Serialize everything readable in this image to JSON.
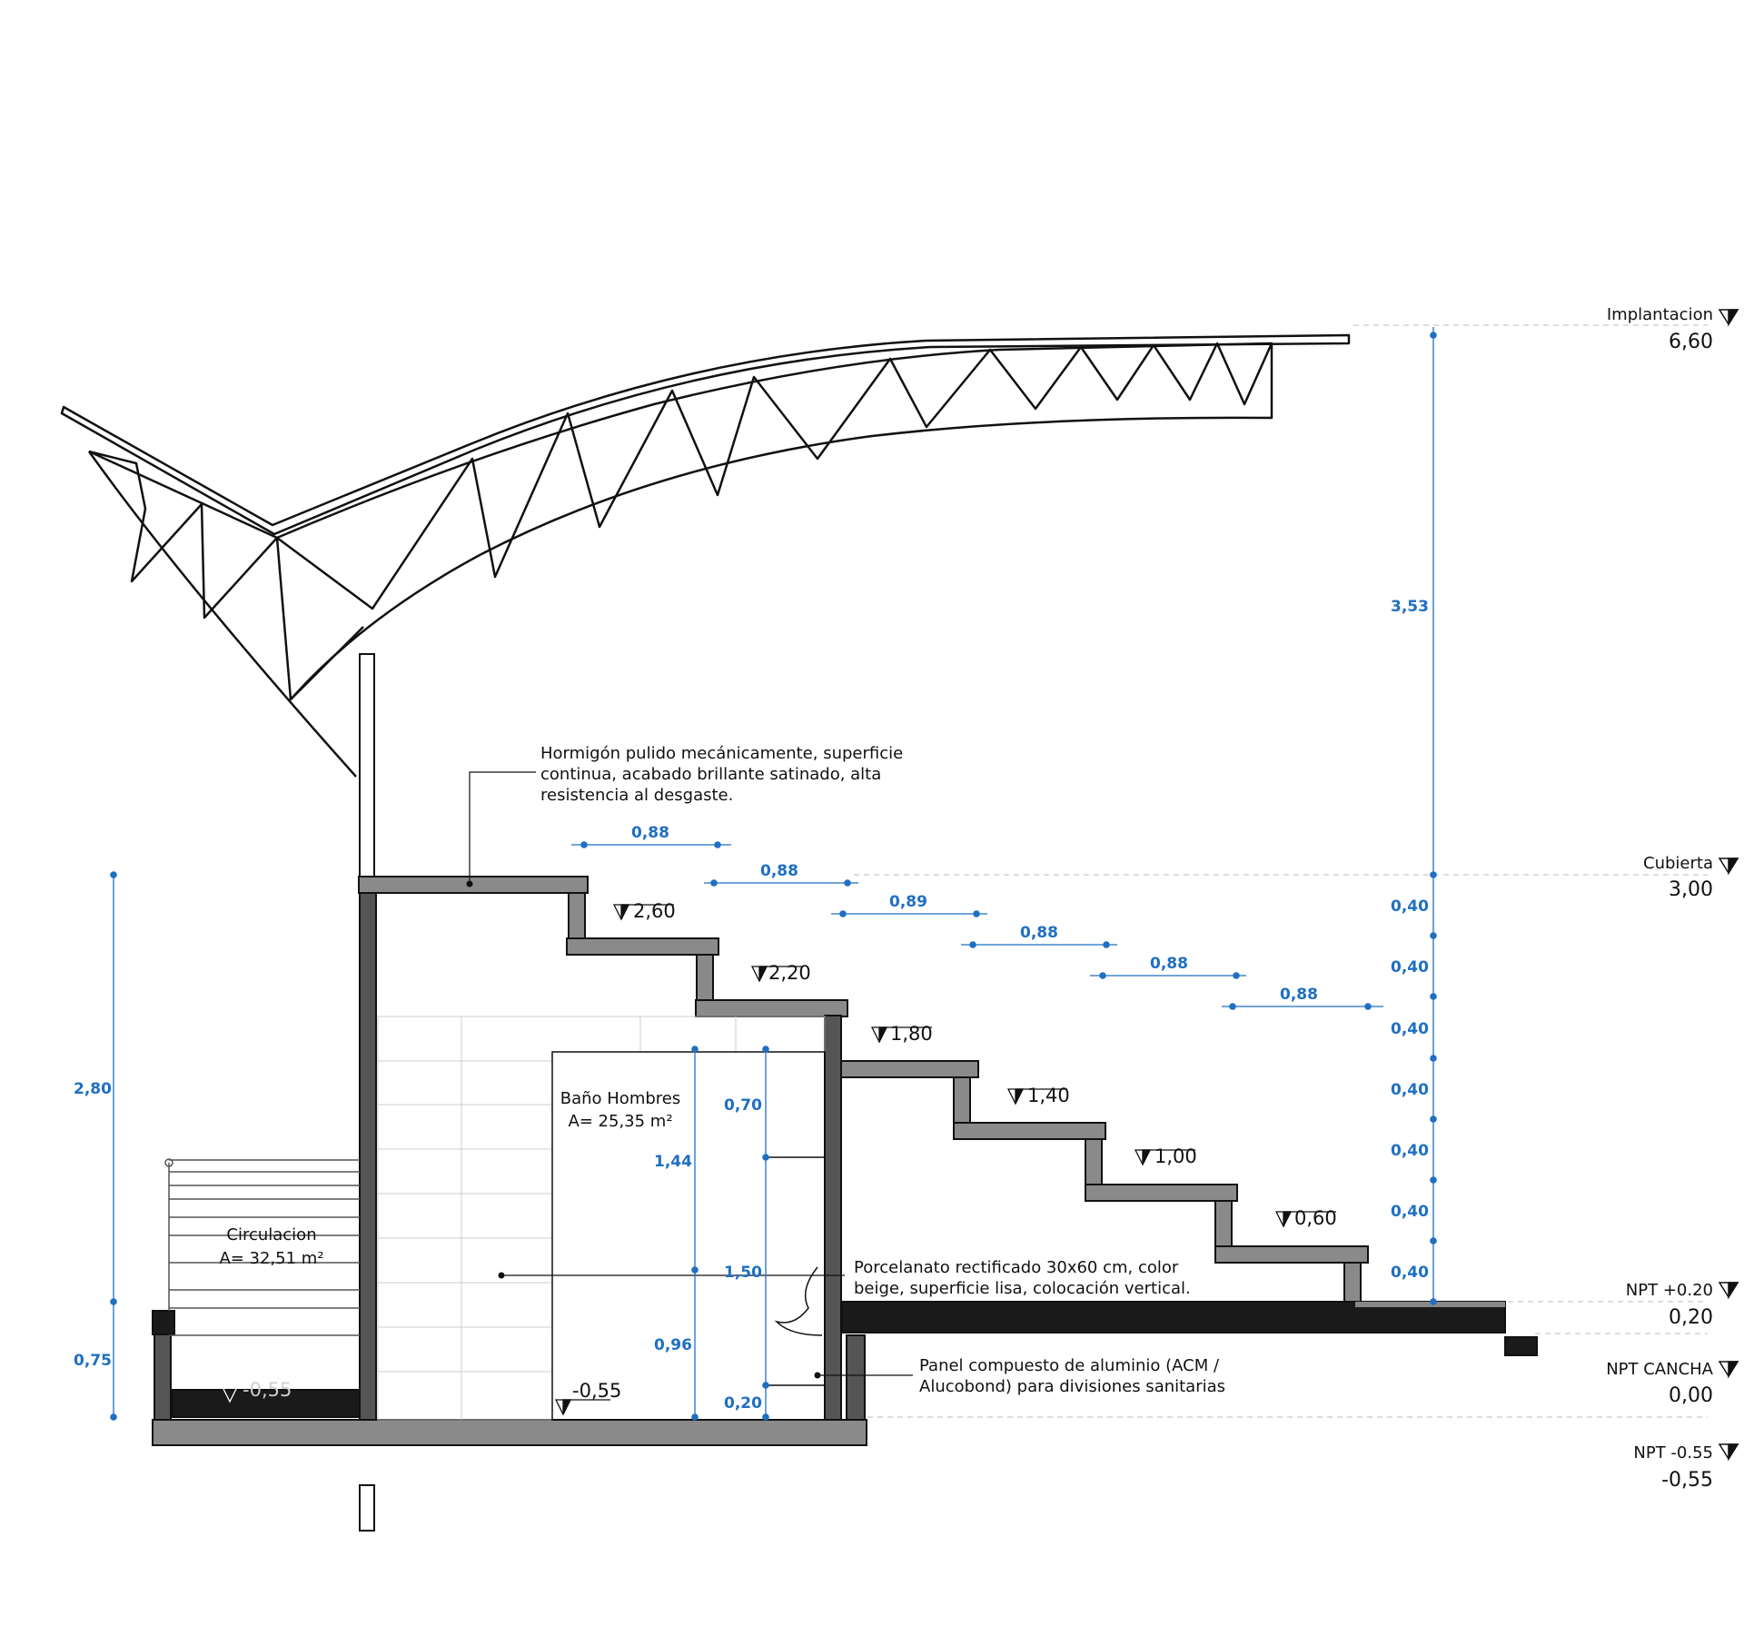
{
  "colors": {
    "dimension": "#1f6fc2",
    "concrete": "#8a8a8a",
    "wall": "#555555",
    "line": "#111111",
    "guide": "#bbbbbb"
  },
  "levels": [
    {
      "name": "Implantacion",
      "value": "6,60"
    },
    {
      "name": "Cubierta",
      "value": "3,00"
    },
    {
      "name": "NPT +0.20",
      "value": "0,20"
    },
    {
      "name": "NPT CANCHA",
      "value": "0,00"
    },
    {
      "name": "NPT -0.55",
      "value": "-0,55"
    }
  ],
  "notes": {
    "concrete": [
      "Hormigón pulido mecánicamente, superficie",
      "continua, acabado brillante satinado, alta",
      "resistencia al desgaste."
    ],
    "porcelain": [
      "Porcelanato rectificado 30x60 cm, color",
      "beige, superficie lisa, colocación vertical."
    ],
    "panel": [
      "Panel compuesto de aluminio (ACM /",
      "Alucobond) para divisiones sanitarias"
    ]
  },
  "rooms": {
    "bath": {
      "name": "Baño Hombres",
      "area": "A= 25,35 m²"
    },
    "circulation": {
      "name": "Circulacion",
      "area": "A= 32,51 m²"
    }
  },
  "step_levels": [
    "2,60",
    "2,20",
    "1,80",
    "1,40",
    "1,00",
    "0,60"
  ],
  "floor_levels": [
    "-0,55",
    "-0,55"
  ],
  "dimensions": {
    "horizontal": [
      "0,88",
      "0,88",
      "0,89",
      "0,88",
      "0,88",
      "0,88"
    ],
    "right_total": "3,53",
    "risers": [
      "0,40",
      "0,40",
      "0,40",
      "0,40",
      "0,40",
      "0,40",
      "0,40"
    ],
    "left": [
      "2,80",
      "0,75"
    ],
    "interior_a": [
      "1,44",
      "0,96"
    ],
    "interior_b": [
      "0,70",
      "1,50",
      "0,20"
    ]
  }
}
